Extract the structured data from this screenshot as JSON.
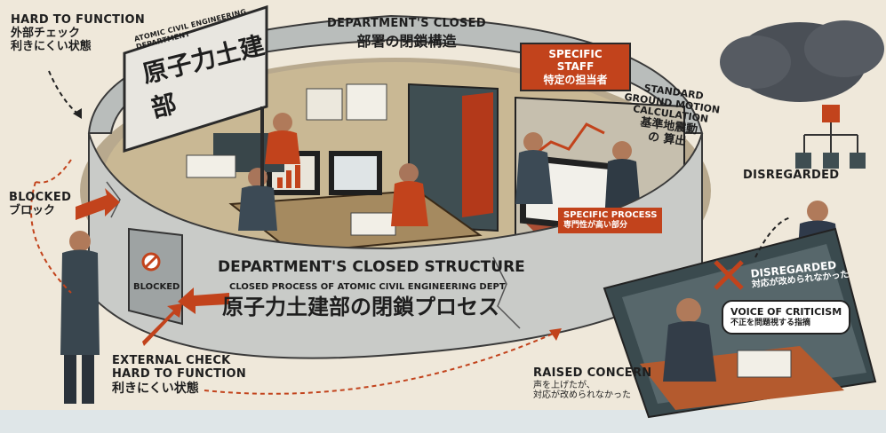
{
  "left_top": {
    "title_en": "HARD TO FUNCTION",
    "title_jp_line1": "外部チェック",
    "title_jp_line2": "利きにくい状態"
  },
  "sign": {
    "en": "ATOMIC CIVIL ENGINEERING DEPARTMENT",
    "jp": "原子力土建部"
  },
  "top_center": {
    "en": "DEPARTMENT'S CLOSED",
    "jp": "部署の閉鎖構造"
  },
  "specific_staff": {
    "en": "SPECIFIC STAFF",
    "jp": "特定の担当者"
  },
  "calculation": {
    "line1": "STANDARD",
    "line2": "GROUND MOTION",
    "line3": "CALCULATION",
    "jp_line1": "基準地震動",
    "jp_line2": "の 算出"
  },
  "specific_process": {
    "en": "SPECIFIC PROCESS",
    "jp": "専門性が高い部分"
  },
  "blocked_left": {
    "en": "BLOCKED",
    "jp": "ブロック"
  },
  "door": {
    "label": "BLOCKED"
  },
  "wall": {
    "title": "DEPARTMENT'S CLOSED STRUCTURE",
    "subtitle": "CLOSED PROCESS OF ATOMIC CIVIL ENGINEERING DEPT",
    "jp": "原子力土建部の閉鎖プロセス"
  },
  "external_check": {
    "line1": "EXTERNAL CHECK",
    "line2": "HARD TO FUNCTION",
    "jp": "利きにくい状態"
  },
  "raised_concern": {
    "en": "RAISED CONCERN",
    "jp_line1": "声を上げたが、",
    "jp_line2": "対応が改められなかった"
  },
  "disregarded_top": {
    "en": "DISREGARDED"
  },
  "disregarded_panel": {
    "en": "DISREGARDED",
    "jp": "対応が改められなかった"
  },
  "voice": {
    "en": "VOICE OF CRITICISM",
    "jp": "不正を問題視する指摘"
  },
  "colors": {
    "accent": "#c2431c",
    "wall": "#c9cbc8",
    "dark_wall": "#3f4e52",
    "cloud": "#4a4f56",
    "background": "#efe8da"
  }
}
